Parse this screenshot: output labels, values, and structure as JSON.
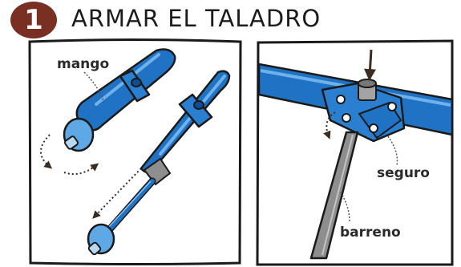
{
  "step": {
    "number": "1",
    "color": "#7a2f23"
  },
  "title": "ARMAR EL TALADRO",
  "labels": {
    "handle": "mango",
    "lock": "seguro",
    "auger": "barreno"
  },
  "colors": {
    "tool_blue": "#1f72c4",
    "tool_blue_dark": "#0f4e93",
    "tool_blue_light": "#5fa8e6",
    "metal_gray": "#8e8e8e",
    "outline": "#1a1a1a"
  },
  "icons": [
    "rotate-arrows-icon",
    "dotted-insert-arrow-icon",
    "down-arrow-icon"
  ]
}
